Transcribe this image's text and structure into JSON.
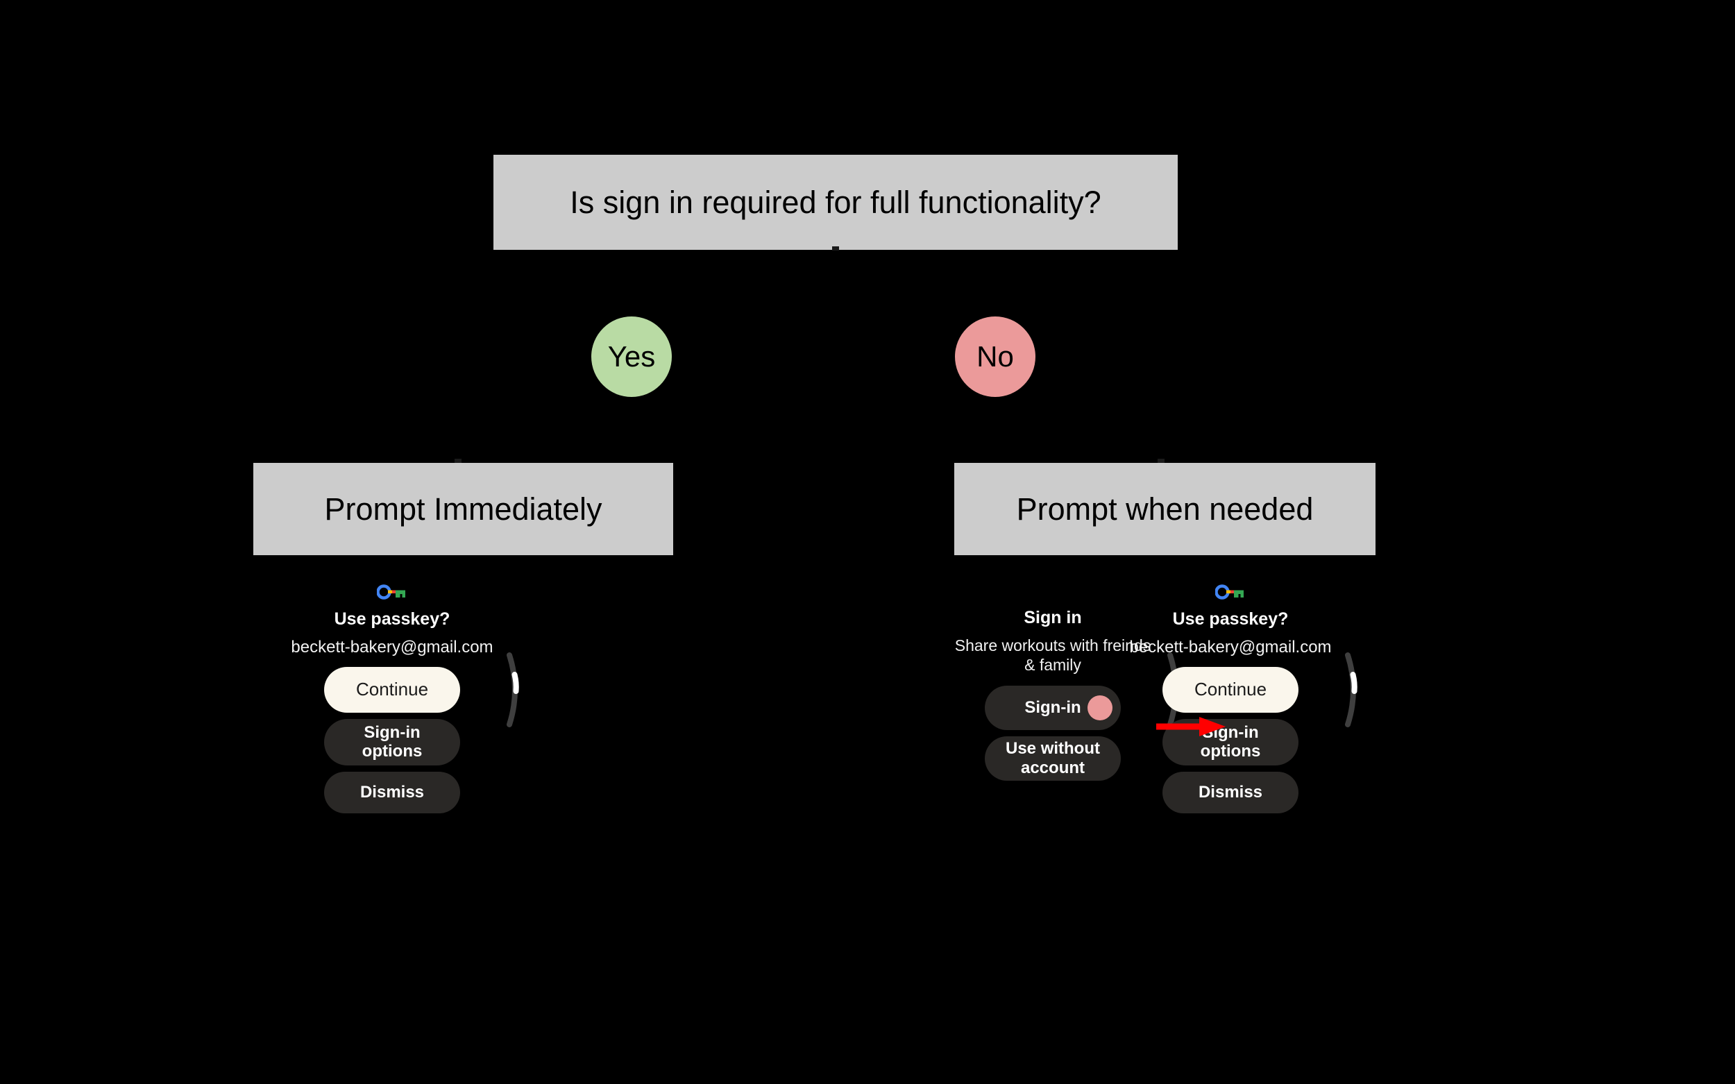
{
  "palette": {
    "background": "#000000",
    "box_fill": "#cccccc",
    "box_text": "#000000",
    "yes_circle": "#b9dba4",
    "no_circle": "#eb9a9a",
    "primary_button": "#faf6ec",
    "secondary_button": "#2a2826",
    "annotation_arrow": "#ff0000",
    "passkey_blue": "#4285f4",
    "passkey_yellow": "#fbbc04",
    "passkey_red": "#ea4335",
    "passkey_green": "#34a853"
  },
  "flowchart": {
    "question": "Is sign in required for full functionality?",
    "branches": [
      {
        "label": "Yes",
        "outcome": "Prompt Immediately"
      },
      {
        "label": "No",
        "outcome": "Prompt when needed"
      }
    ],
    "yes_label": "Yes",
    "no_label": "No",
    "prompt_immediately": "Prompt Immediately",
    "prompt_when_needed": "Prompt when needed"
  },
  "passkey_dialog": {
    "icon": "passkey-icon",
    "title": "Use passkey?",
    "account": "beckett-bakery@gmail.com",
    "buttons": [
      {
        "label": "Continue",
        "style": "primary"
      },
      {
        "label": "Sign-in options",
        "style": "secondary"
      },
      {
        "label": "Dismiss",
        "style": "secondary"
      }
    ],
    "continue_label": "Continue",
    "signin_options_label": "Sign-in options",
    "dismiss_label": "Dismiss"
  },
  "signin_dialog": {
    "title": "Sign in",
    "subtitle": "Share workouts with freinds & family",
    "buttons": [
      {
        "label": "Sign-in",
        "style": "secondary",
        "has_tap_indicator": true
      },
      {
        "label": "Use without account",
        "style": "secondary",
        "has_tap_indicator": false
      }
    ],
    "signin_label": "Sign-in",
    "use_without_account_label": "Use without account"
  },
  "annotation": {
    "arrow": "red-arrow-right",
    "from": "Sign-in",
    "to": "Continue"
  }
}
